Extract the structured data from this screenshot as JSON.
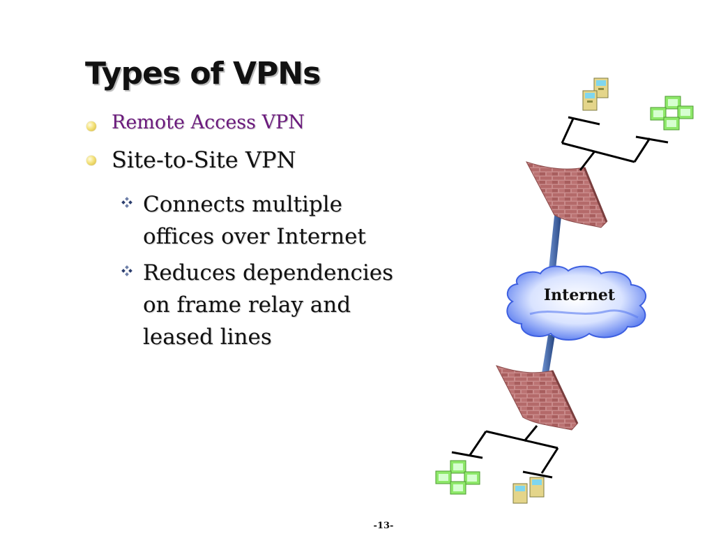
{
  "slide": {
    "title": "Types of VPNs",
    "bullets": [
      {
        "text": "Remote Access VPN",
        "color": "#6b1a7d"
      },
      {
        "text": "Site-to-Site VPN"
      }
    ],
    "sub_bullets": [
      {
        "line1": "Connects multiple",
        "line2": "offices over Internet"
      },
      {
        "line1": "Reduces dependencies",
        "line2": "on frame relay and",
        "line3": "leased lines"
      }
    ],
    "page_number": "-13-"
  },
  "diagram": {
    "cloud_label": "Internet",
    "colors": {
      "firewall": "#b46a6a",
      "cloud": "#5a7cf0",
      "link": "#3b5fa0"
    },
    "icons": [
      "server-icon",
      "workstation-cluster-icon",
      "firewall-icon",
      "internet-cloud-icon"
    ]
  }
}
